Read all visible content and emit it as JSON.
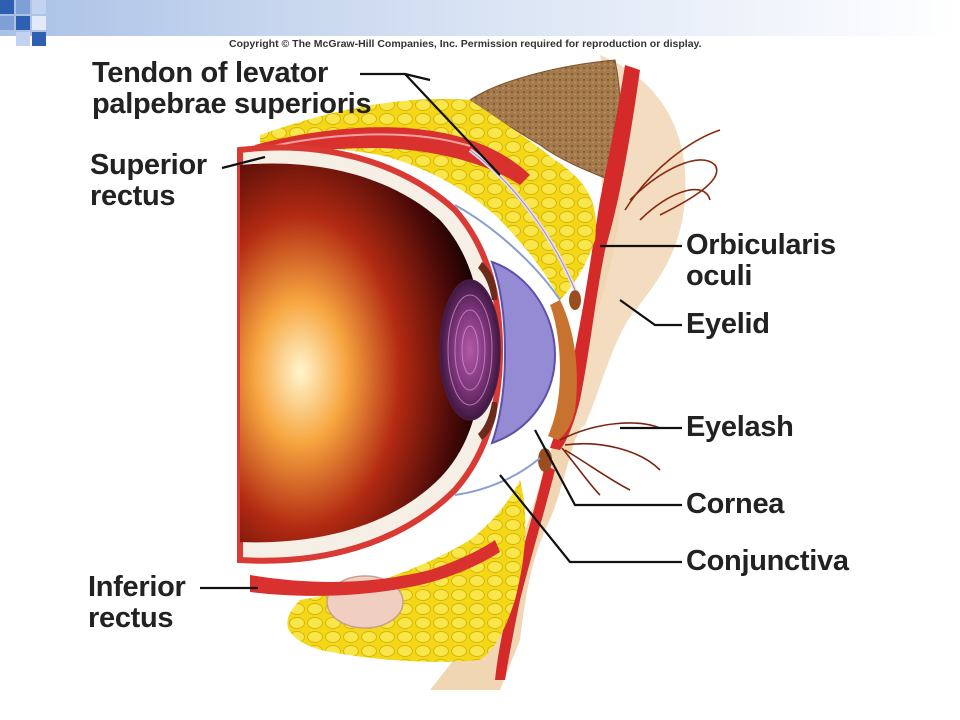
{
  "copyright": "Copyright © The McGraw-Hill Companies, Inc. Permission required for reproduction or display.",
  "labels": {
    "tendon_line1": "Tendon of levator",
    "tendon_line2": "palpebrae superioris",
    "superior_line1": "Superior",
    "superior_line2": "rectus",
    "inferior_line1": "Inferior",
    "inferior_line2": "rectus",
    "orbicularis_line1": "Orbicularis",
    "orbicularis_line2": "oculi",
    "eyelid": "Eyelid",
    "eyelash": "Eyelash",
    "cornea": "Cornea",
    "conjunctiva": "Conjunctiva"
  },
  "colors": {
    "fat": "#f2d419",
    "bone": "#a77d4f",
    "muscle": "#d8252b",
    "lens": "#6d3a7a",
    "cornea": "#9a8cd6",
    "skin": "#f0d4b0"
  }
}
